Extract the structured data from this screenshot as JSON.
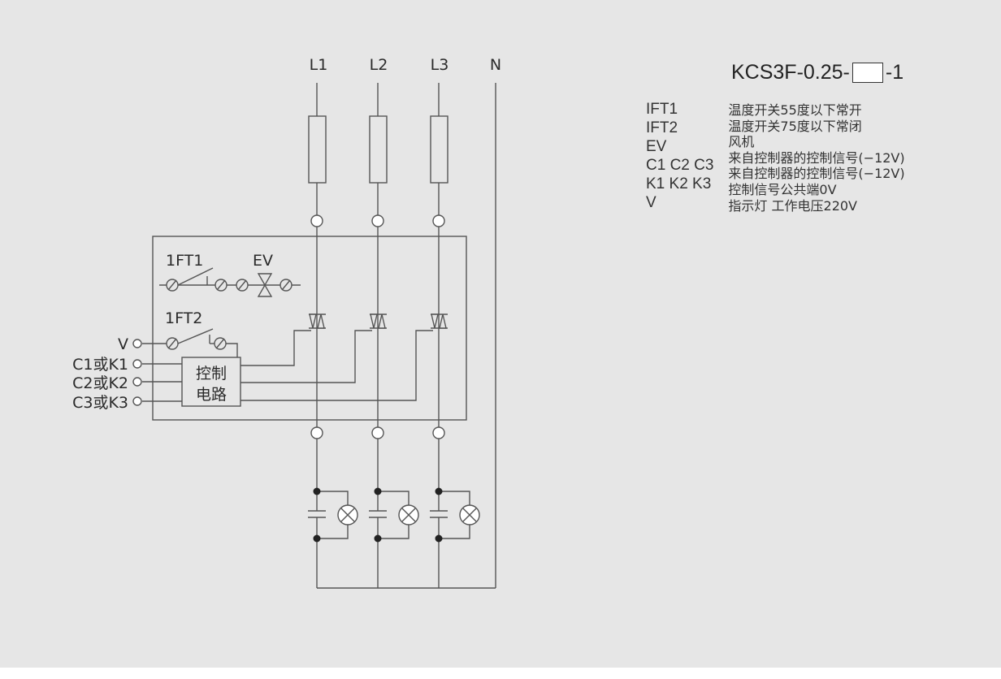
{
  "phases": [
    "L1",
    "L2",
    "L3",
    "N"
  ],
  "components": {
    "switch1": "1FT1",
    "fan": "EV",
    "switch2": "1FT2",
    "control_box_line1": "控制",
    "control_box_line2": "电路"
  },
  "inputs": [
    "V",
    "C1或K1",
    "C2或K2",
    "C3或K3"
  ],
  "model": {
    "prefix": "KCS3F-0.25-",
    "suffix": "-1"
  },
  "legend": {
    "codes": [
      "IFT1",
      "IFT2",
      "EV",
      "C1 C2 C3",
      "K1 K2 K3",
      "V"
    ],
    "descriptions": [
      "温度开关55度以下常开",
      "温度开关75度以下常闭",
      "风机",
      "来自控制器的控制信号(−12V)",
      "来自控制器的控制信号(−12V)",
      "控制信号公共端0V",
      "指示灯 工作电压220V"
    ]
  }
}
